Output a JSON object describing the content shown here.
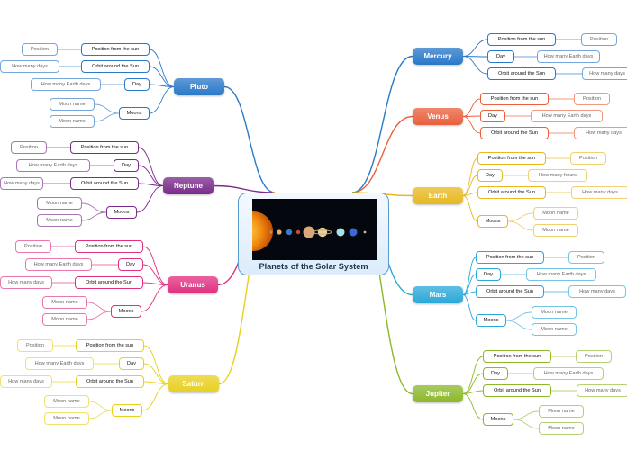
{
  "center": {
    "title": "Planets of the Solar System",
    "image": "solar-system-planets-image"
  },
  "planets": [
    {
      "id": "mercury",
      "label": "Mercury",
      "color": "#2a78c8",
      "side": "right",
      "attributes": [
        {
          "label": "Position from the sun",
          "value": "Position"
        },
        {
          "label": "Day",
          "value": "How many Earth days"
        },
        {
          "label": "Orbit around the Sun",
          "value": "How  many days"
        }
      ]
    },
    {
      "id": "venus",
      "label": "Venus",
      "color": "#e8603c",
      "side": "right",
      "attributes": [
        {
          "label": "Position from the sun",
          "value": "Position"
        },
        {
          "label": "Day",
          "value": "How many Earth days"
        },
        {
          "label": "Orbit around the Sun",
          "value": "How  many days"
        }
      ]
    },
    {
      "id": "earth",
      "label": "Earth",
      "color": "#e8b820",
      "side": "right",
      "attributes": [
        {
          "label": "Position from the sun",
          "value": "Position"
        },
        {
          "label": "Day",
          "value": "How many hours"
        },
        {
          "label": "Orbit around the Sun",
          "value": "How  many days"
        }
      ],
      "moons": {
        "label": "Moons",
        "names": [
          "Moon name",
          "Moon name"
        ]
      }
    },
    {
      "id": "mars",
      "label": "Mars",
      "color": "#2aa8d8",
      "side": "right",
      "attributes": [
        {
          "label": "Position from the sun",
          "value": "Position"
        },
        {
          "label": "Day",
          "value": "How many Earth days"
        },
        {
          "label": "Orbit around the Sun",
          "value": "How  many days"
        }
      ],
      "moons": {
        "label": "Moons",
        "names": [
          "Moon name",
          "Moon name"
        ]
      }
    },
    {
      "id": "jupiter",
      "label": "Jupiter",
      "color": "#8cb82a",
      "side": "right",
      "attributes": [
        {
          "label": "Position from the sun",
          "value": "Position"
        },
        {
          "label": "Day",
          "value": "How many Earth days"
        },
        {
          "label": "Orbit around the Sun",
          "value": "How  many days"
        }
      ],
      "moons": {
        "label": "Moons",
        "names": [
          "Moon name",
          "Moon name"
        ]
      }
    },
    {
      "id": "pluto",
      "label": "Pluto",
      "color": "#2a78c8",
      "side": "left",
      "attributes": [
        {
          "label": "Position from the sun",
          "value": "Position"
        },
        {
          "label": "Orbit around the Sun",
          "value": "How  many days"
        },
        {
          "label": "Day",
          "value": "How many Earth days"
        }
      ],
      "moons": {
        "label": "Moons",
        "names": [
          "Moon name",
          "Moon name"
        ]
      }
    },
    {
      "id": "neptune",
      "label": "Neptune",
      "color": "#7a2a8a",
      "side": "left",
      "attributes": [
        {
          "label": "Position from the sun",
          "value": "Position"
        },
        {
          "label": "Day",
          "value": "How many Earth days"
        },
        {
          "label": "Orbit around the Sun",
          "value": "How  many days"
        }
      ],
      "moons": {
        "label": "Moons",
        "names": [
          "Moon name",
          "Moon name"
        ]
      }
    },
    {
      "id": "uranus",
      "label": "Uranus",
      "color": "#e03080",
      "side": "left",
      "attributes": [
        {
          "label": "Position from the sun",
          "value": "Position"
        },
        {
          "label": "Day",
          "value": "How many Earth days"
        },
        {
          "label": "Orbit around the Sun",
          "value": "How  many days"
        }
      ],
      "moons": {
        "label": "Moons",
        "names": [
          "Moon name",
          "Moon name"
        ]
      }
    },
    {
      "id": "saturn",
      "label": "Saturn",
      "color": "#e8d020",
      "side": "left",
      "attributes": [
        {
          "label": "Position from the sun",
          "value": "Position"
        },
        {
          "label": "Day",
          "value": "How many Earth days"
        },
        {
          "label": "Orbit around the Sun",
          "value": "How  many days"
        }
      ],
      "moons": {
        "label": "Moons",
        "names": [
          "Moon name",
          "Moon name"
        ]
      }
    }
  ]
}
